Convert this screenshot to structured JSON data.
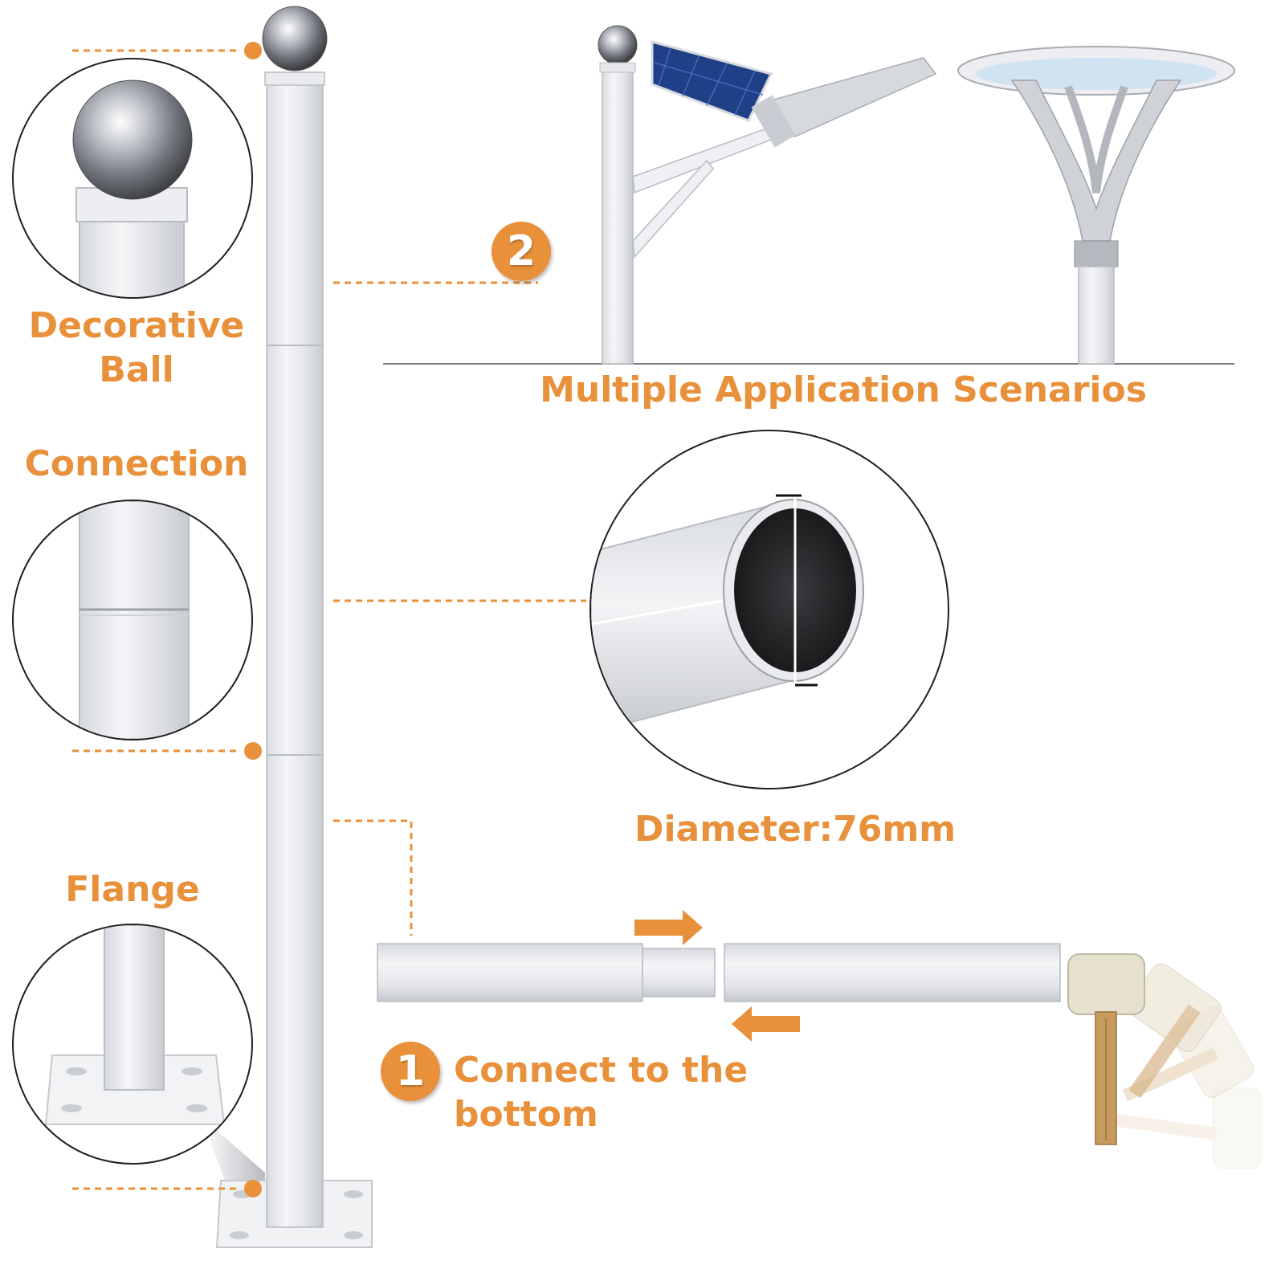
{
  "labels": {
    "decorative_ball_line1": "Decorative",
    "decorative_ball_line2": "Ball",
    "connection": "Connection",
    "flange": "Flange",
    "multiple_scenarios": "Multiple Application Scenarios",
    "diameter": "Diameter:76mm",
    "connect_bottom": "Connect to the bottom"
  },
  "badges": {
    "step1": "1",
    "step2": "2"
  },
  "colors": {
    "accent": "#e8903a",
    "pole": "#e6e8ec",
    "pole_edge": "#c9ccd2"
  },
  "icons": {
    "ball": "decorative-ball-icon",
    "solar": "solar-street-light-icon",
    "garden": "garden-lamp-icon",
    "hammer": "rubber-mallet-icon"
  }
}
